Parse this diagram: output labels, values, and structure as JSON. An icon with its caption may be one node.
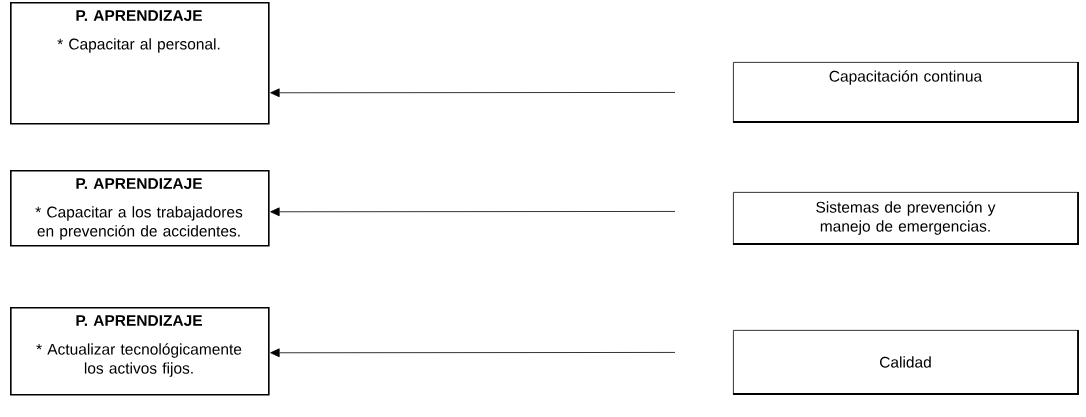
{
  "diagram": {
    "nodes": [
      {
        "text": [
          "P. APRENDIZAJE",
          "* Capacitar al personal."
        ]
      },
      {
        "text": [
          "Capacitación continua"
        ]
      },
      {
        "text": [
          "P. APRENDIZAJE",
          "* Capacitar a los trabajadores en prevención de accidentes."
        ]
      },
      {
        "text": [
          "Sistemas de prevención y manejo de emergencias."
        ]
      },
      {
        "text": [
          "P. APRENDIZAJE",
          "* Actualizar tecnológicamente los activos fijos."
        ]
      },
      {
        "text": [
          "Calidad"
        ]
      }
    ],
    "edges": [
      {
        "from": 1,
        "to": 0,
        "arrow": "to"
      },
      {
        "from": 3,
        "to": 2,
        "arrow": "to"
      },
      {
        "from": 5,
        "to": 4,
        "arrow": "to"
      }
    ]
  }
}
